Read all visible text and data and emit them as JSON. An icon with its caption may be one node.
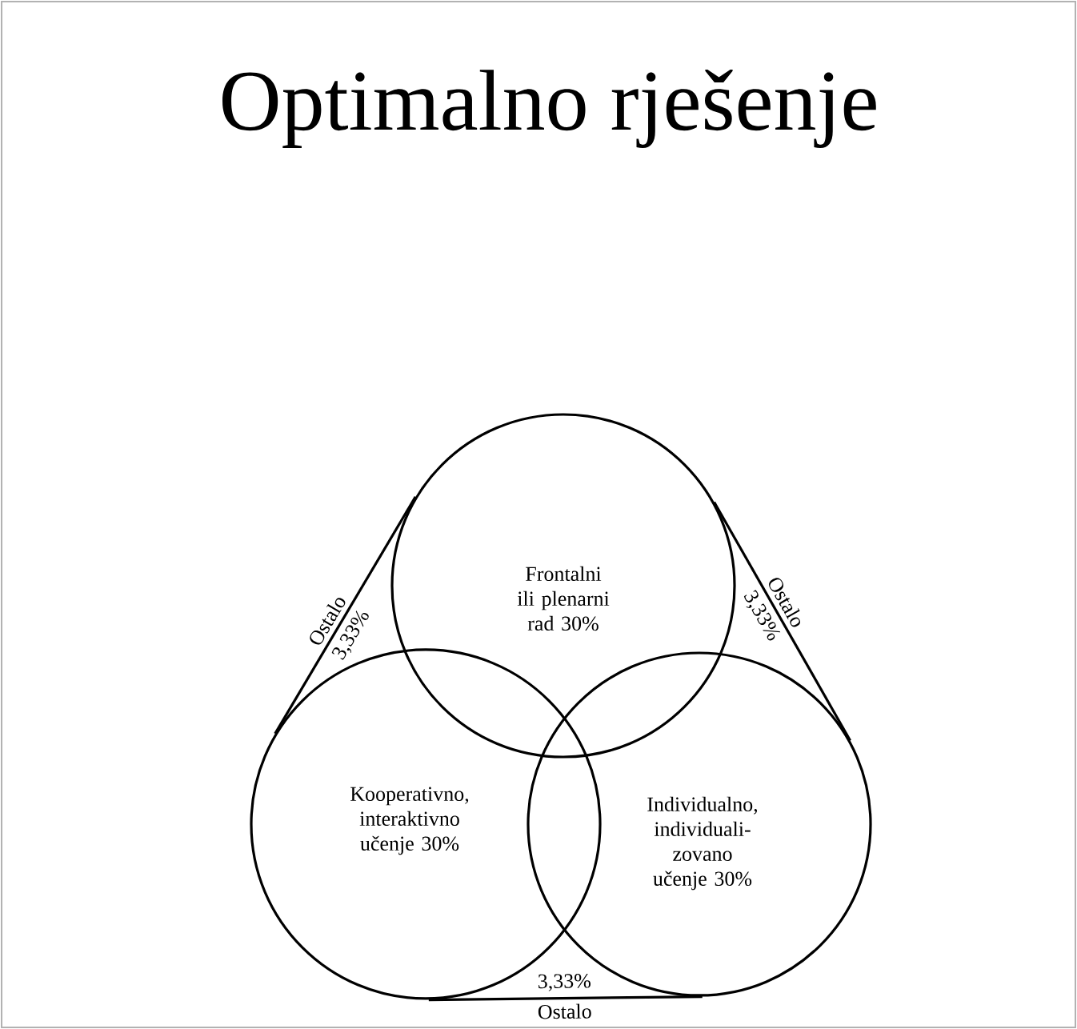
{
  "diagram": {
    "title": "Optimalno rješenje",
    "nodes": [
      {
        "text": [
          "Frontalni ili plenarni rad 30%"
        ]
      },
      {
        "text": [
          "Kooperativno, interaktivno učenje 30%"
        ]
      },
      {
        "text": [
          "Individualno, individuali- zovano učenje 30%"
        ]
      }
    ],
    "edges": [
      {
        "from": 1,
        "to": 0,
        "arrow": "none"
      },
      {
        "from": 0,
        "to": 2,
        "arrow": "none"
      },
      {
        "from": 1,
        "to": 2,
        "arrow": "none"
      }
    ],
    "labels": [
      "Ostalo",
      "3,33%",
      "Ostalo",
      "3,33%",
      "3,33%",
      "Ostalo"
    ]
  }
}
